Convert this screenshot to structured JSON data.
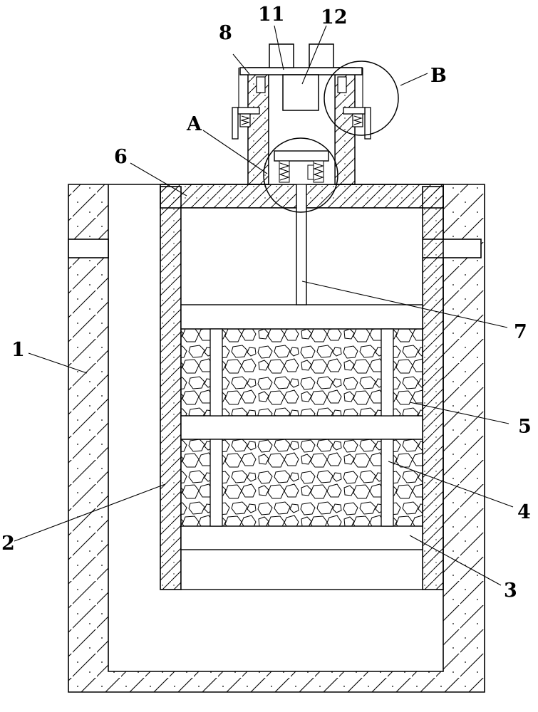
{
  "labels": {
    "part_1": "1",
    "part_2": "2",
    "part_3": "3",
    "part_4": "4",
    "part_5": "5",
    "part_6": "6",
    "part_7": "7",
    "part_8": "8",
    "part_11": "11",
    "part_12": "12",
    "detail_a": "A",
    "detail_b": "B"
  },
  "colors": {
    "line": "#000000",
    "background": "#ffffff"
  }
}
